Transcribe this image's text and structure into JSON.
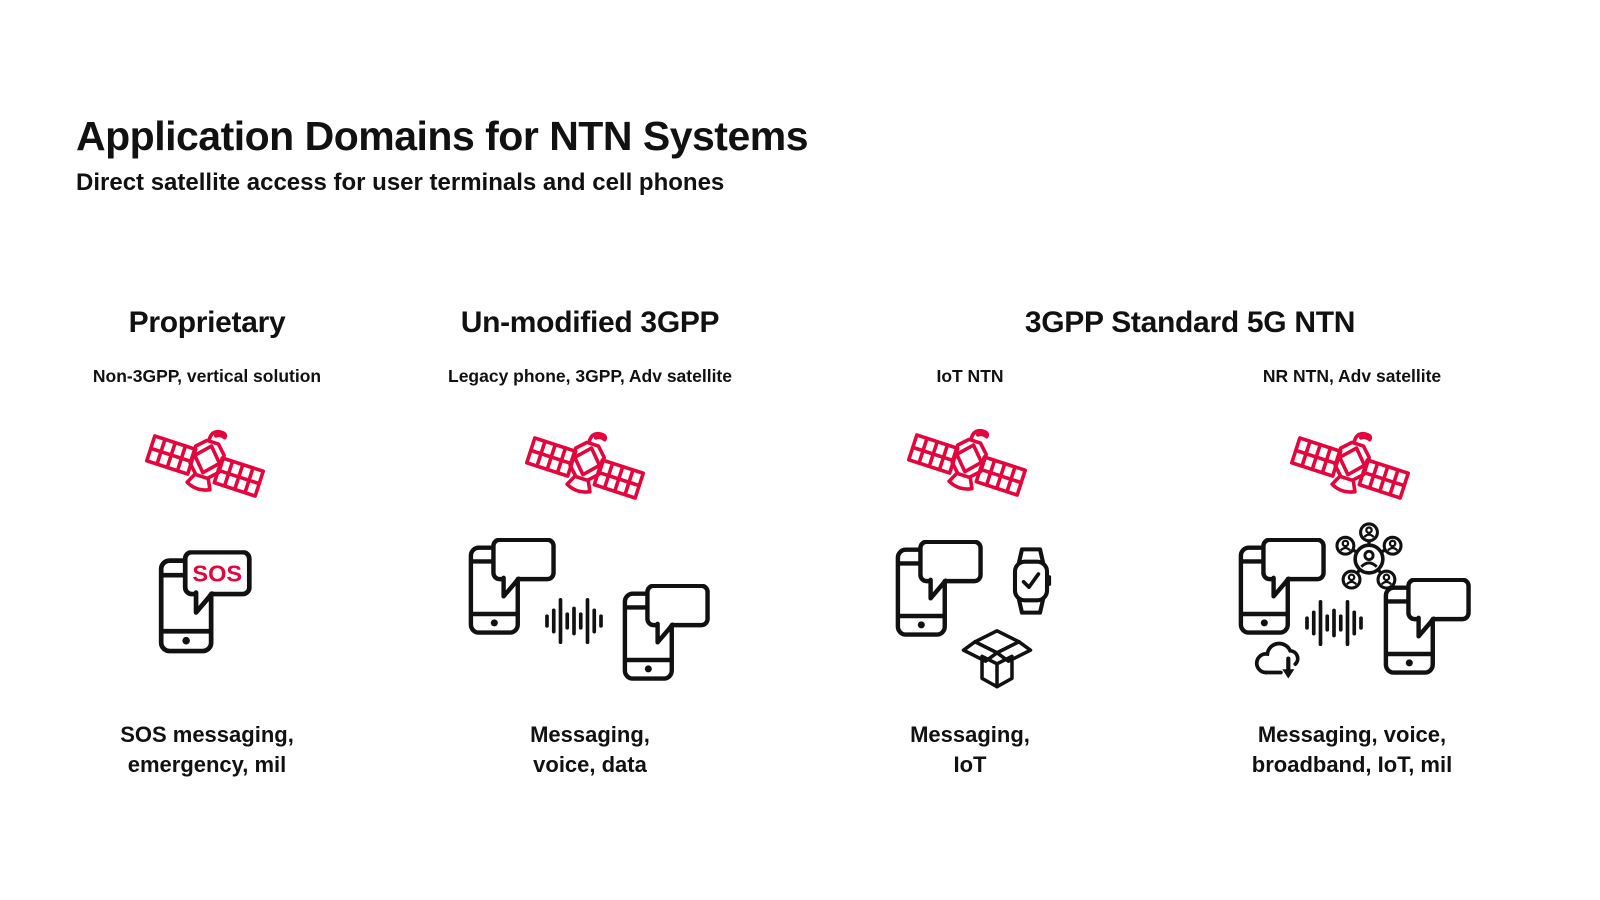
{
  "page": {
    "title": "Application Domains for NTN Systems",
    "subtitle": "Direct satellite access for user terminals and cell phones"
  },
  "colors": {
    "accent_red": "#E2063C",
    "ink": "#111111",
    "background": "#FFFFFF"
  },
  "group": {
    "header": "3GPP Standard 5G NTN"
  },
  "columns": [
    {
      "header": "Proprietary",
      "sublabel": "Non-3GPP, vertical solution",
      "caption": [
        "SOS messaging,",
        "emergency, mil"
      ],
      "sos_label": "SOS",
      "icons": [
        "satellite-icon",
        "phone-sos-message-icon"
      ]
    },
    {
      "header": "Un-modified 3GPP",
      "sublabel": "Legacy phone, 3GPP, Adv satellite",
      "caption": [
        "Messaging,",
        "voice, data"
      ],
      "icons": [
        "satellite-icon",
        "phone-message-icon",
        "voice-waveform-icon",
        "phone-message-icon"
      ]
    },
    {
      "sublabel": "IoT NTN",
      "caption": [
        "Messaging,",
        "IoT"
      ],
      "icons": [
        "satellite-icon",
        "phone-message-icon",
        "smartwatch-check-icon",
        "open-box-icon"
      ]
    },
    {
      "sublabel": "NR NTN, Adv satellite",
      "caption": [
        "Messaging, voice,",
        "broadband, IoT, mil"
      ],
      "icons": [
        "satellite-icon",
        "phone-message-icon",
        "group-call-users-icon",
        "voice-waveform-icon",
        "cloud-download-icon",
        "phone-message-icon"
      ]
    }
  ]
}
